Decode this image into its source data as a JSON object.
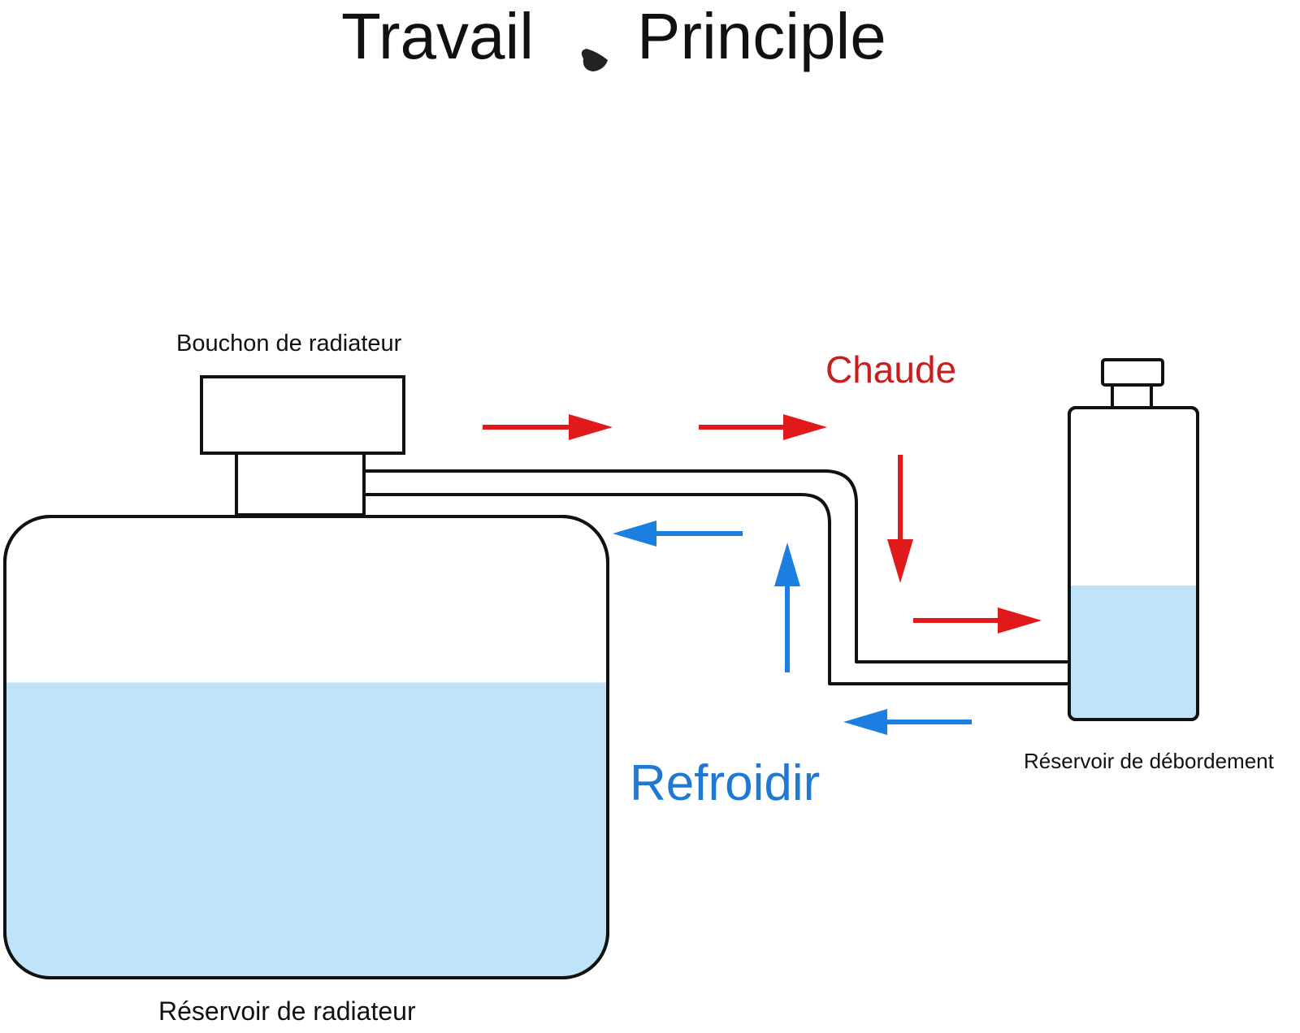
{
  "title": {
    "word_left": "Travail",
    "word_right": "Principle"
  },
  "labels": {
    "radiator_cap": "Bouchon de radiateur",
    "radiator_tank": "Réservoir de radiateur",
    "overflow_tank": "Réservoir de débordement"
  },
  "flow": {
    "hot_label": "Chaude",
    "cold_label": "Refroidir"
  },
  "colors": {
    "hot": "#e01a1a",
    "cold": "#1a7fe0",
    "hot_text": "#c81e1e",
    "cold_text": "#1f78d1",
    "liquid": "#bfe3f8",
    "outline": "#111111"
  },
  "levels": {
    "radiator_tank_fill_fraction": 0.64,
    "overflow_tank_fill_fraction": 0.43
  }
}
